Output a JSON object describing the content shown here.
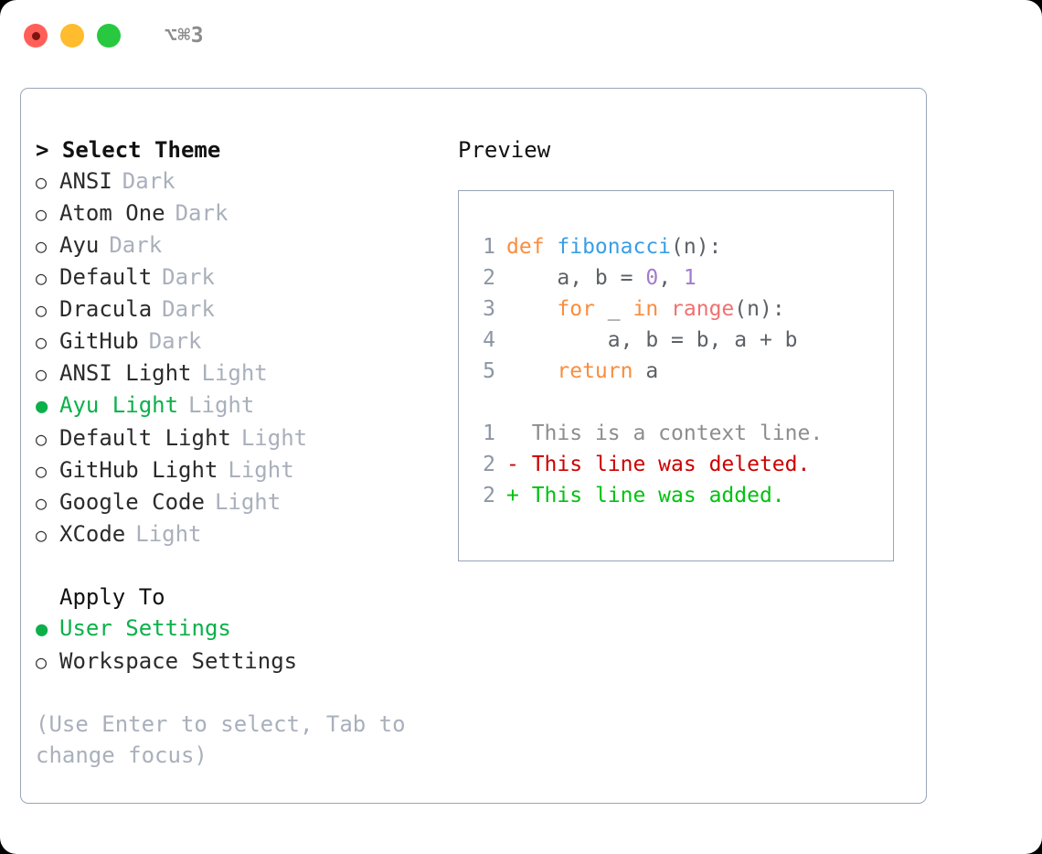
{
  "titlebar": {
    "shortcut": "⌥⌘3",
    "lights": [
      {
        "name": "close",
        "color": "#ff5f57"
      },
      {
        "name": "minimize",
        "color": "#febc2e"
      },
      {
        "name": "maximize",
        "color": "#28c840"
      }
    ]
  },
  "theme_list": {
    "header": "> Select Theme",
    "items": [
      {
        "marker": "○",
        "label": "ANSI",
        "category": "Dark",
        "selected": false
      },
      {
        "marker": "○",
        "label": "Atom One",
        "category": "Dark",
        "selected": false
      },
      {
        "marker": "○",
        "label": "Ayu",
        "category": "Dark",
        "selected": false
      },
      {
        "marker": "○",
        "label": "Default",
        "category": "Dark",
        "selected": false
      },
      {
        "marker": "○",
        "label": "Dracula",
        "category": "Dark",
        "selected": false
      },
      {
        "marker": "○",
        "label": "GitHub",
        "category": "Dark",
        "selected": false
      },
      {
        "marker": "○",
        "label": "ANSI Light",
        "category": "Light",
        "selected": false
      },
      {
        "marker": "●",
        "label": "Ayu Light",
        "category": "Light",
        "selected": true
      },
      {
        "marker": "○",
        "label": "Default Light",
        "category": "Light",
        "selected": false
      },
      {
        "marker": "○",
        "label": "GitHub Light",
        "category": "Light",
        "selected": false
      },
      {
        "marker": "○",
        "label": "Google Code",
        "category": "Light",
        "selected": false
      },
      {
        "marker": "○",
        "label": "XCode",
        "category": "Light",
        "selected": false
      }
    ]
  },
  "apply_to": {
    "header": "Apply To",
    "items": [
      {
        "marker": "●",
        "label": "User Settings",
        "selected": true
      },
      {
        "marker": "○",
        "label": "Workspace Settings",
        "selected": false
      }
    ]
  },
  "hint": "(Use Enter to select, Tab to change focus)",
  "preview": {
    "title": "Preview",
    "code_lines": [
      {
        "number": "1",
        "tokens": [
          {
            "text": "def ",
            "style": "kw"
          },
          {
            "text": "fibonacci",
            "style": "fn"
          },
          {
            "text": "(n):",
            "style": "txt"
          }
        ]
      },
      {
        "number": "2",
        "tokens": [
          {
            "text": "    a, b = ",
            "style": "txt"
          },
          {
            "text": "0",
            "style": "num"
          },
          {
            "text": ", ",
            "style": "txt"
          },
          {
            "text": "1",
            "style": "num"
          }
        ]
      },
      {
        "number": "3",
        "tokens": [
          {
            "text": "    ",
            "style": "txt"
          },
          {
            "text": "for",
            "style": "kw"
          },
          {
            "text": " _ ",
            "style": "txt"
          },
          {
            "text": "in",
            "style": "kw"
          },
          {
            "text": " ",
            "style": "txt"
          },
          {
            "text": "range",
            "style": "bi"
          },
          {
            "text": "(n):",
            "style": "txt"
          }
        ]
      },
      {
        "number": "4",
        "tokens": [
          {
            "text": "        a, b = b, a + b",
            "style": "txt"
          }
        ]
      },
      {
        "number": "5",
        "tokens": [
          {
            "text": "    ",
            "style": "txt"
          },
          {
            "text": "return",
            "style": "kw"
          },
          {
            "text": " a",
            "style": "txt"
          }
        ]
      }
    ],
    "diff_lines": [
      {
        "number": "1",
        "prefix": "  ",
        "text": "This is a context line.",
        "style": "ctx"
      },
      {
        "number": "2",
        "prefix": "- ",
        "text": "This line was deleted.",
        "style": "del"
      },
      {
        "number": "2",
        "prefix": "+ ",
        "text": "This line was added.",
        "style": "add"
      }
    ]
  }
}
